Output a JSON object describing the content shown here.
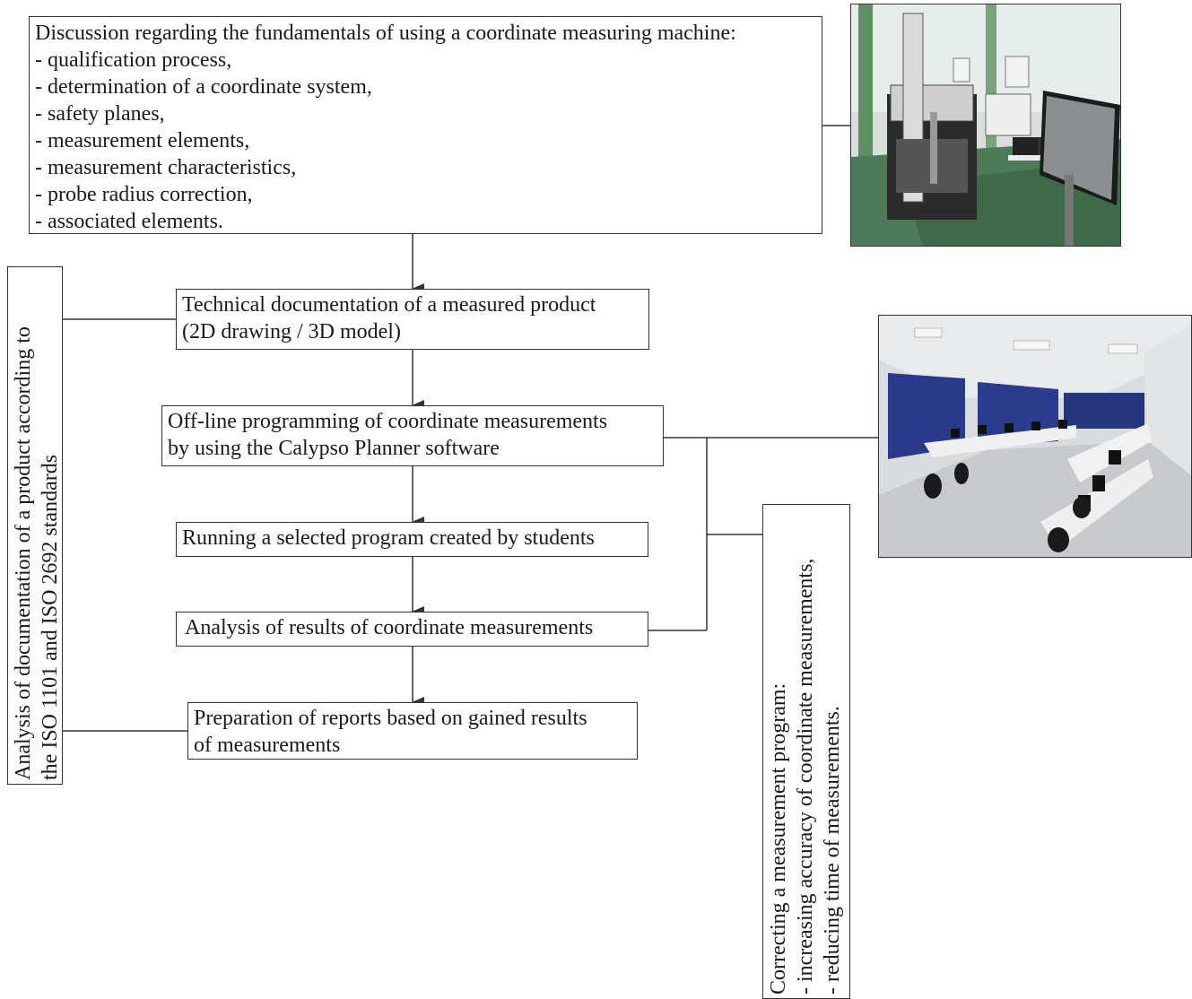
{
  "discussion": {
    "lines": [
      "Discussion regarding the fundamentals of using a coordinate measuring machine:",
      "- qualification process,",
      "- determination of a coordinate system,",
      "- safety planes,",
      "- measurement elements,",
      "- measurement characteristics,",
      "- probe radius correction,",
      "- associated elements."
    ]
  },
  "steps": [
    {
      "lines": [
        "Technical documentation of a measured product",
        "(2D drawing / 3D model)"
      ]
    },
    {
      "lines": [
        "Off-line programming of coordinate measurements",
        "by using the Calypso Planner software"
      ]
    },
    {
      "lines": [
        "Running a selected program created by students"
      ]
    },
    {
      "lines": [
        "Analysis of results of coordinate measurements"
      ]
    },
    {
      "lines": [
        "Preparation of reports based on gained results",
        "of measurements"
      ]
    }
  ],
  "analysis_side": {
    "lines": [
      "Analysis of documentation of a product according to",
      "the ISO 1101 and ISO 2692 standards"
    ]
  },
  "correcting_side": {
    "lines": [
      "Correcting a measurement program:",
      "- increasing accuracy of coordinate measurements,",
      "- reducing time of measurements."
    ]
  },
  "photos": {
    "cmm_lab": "coordinate-measuring-machine-lab-photo",
    "computer_lab": "computer-classroom-photo"
  }
}
